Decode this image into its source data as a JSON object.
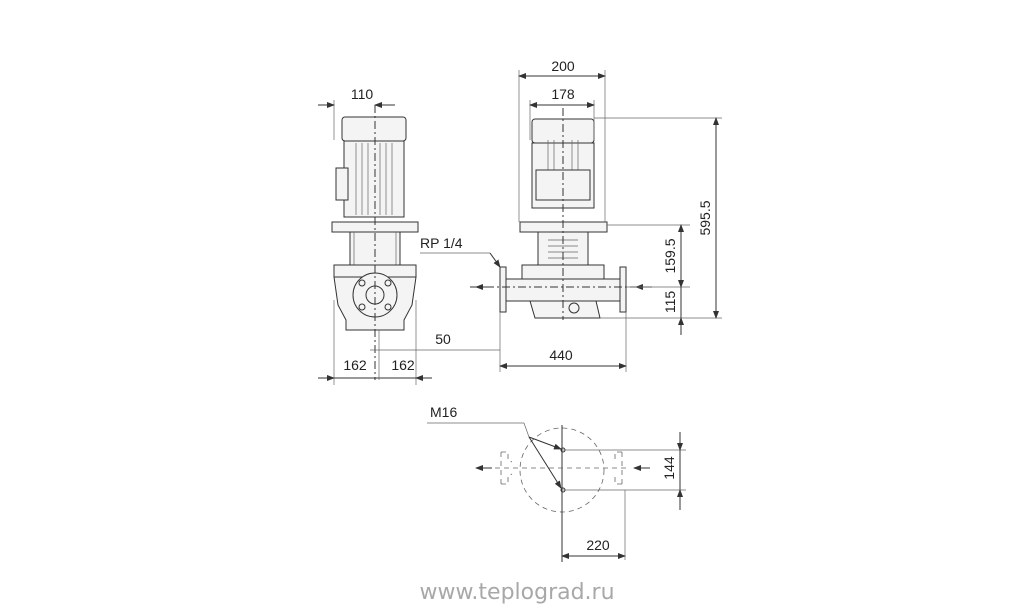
{
  "drawing": {
    "dimensions": {
      "side_motor_width": "110",
      "half_base_left": "162",
      "half_base_right": "162",
      "offset": "50",
      "overall_width": "200",
      "motor_width": "178",
      "overall_height": "595.5",
      "flange_to_top": "159.5",
      "base_to_center": "115",
      "port_to_port": "440",
      "bolt_spacing": "144",
      "bolt_offset": "220"
    },
    "labels": {
      "gauge_port": "RP 1/4",
      "bolt_thread": "M16"
    }
  },
  "watermark": "www.teplograd.ru"
}
